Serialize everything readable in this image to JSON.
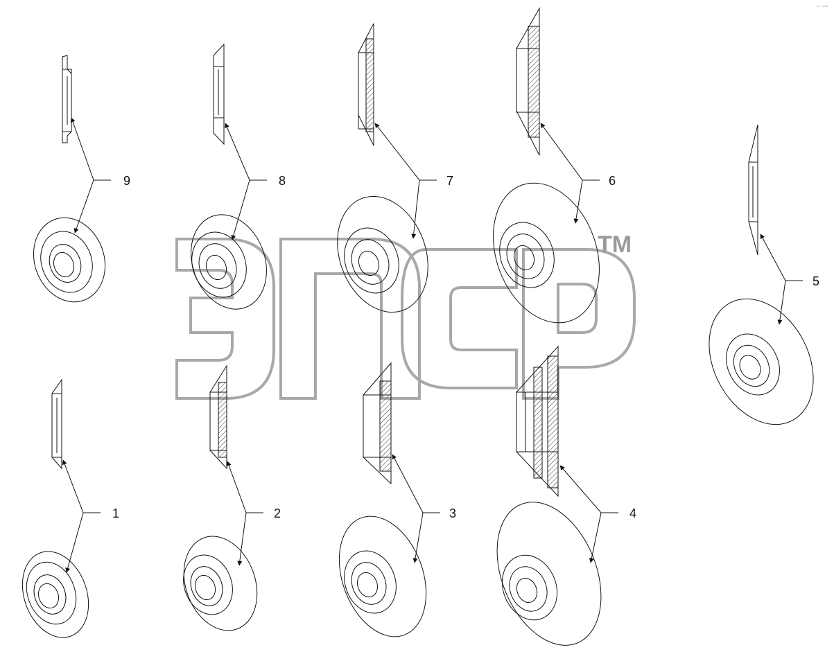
{
  "callouts": [
    {
      "id": "9",
      "label": "9"
    },
    {
      "id": "8",
      "label": "8"
    },
    {
      "id": "7",
      "label": "7"
    },
    {
      "id": "6",
      "label": "6"
    },
    {
      "id": "5",
      "label": "5"
    },
    {
      "id": "1",
      "label": "1"
    },
    {
      "id": "2",
      "label": "2"
    },
    {
      "id": "3",
      "label": "3"
    },
    {
      "id": "4",
      "label": "4"
    }
  ],
  "watermark": {
    "trademark": "TM"
  },
  "corner_mark": "ᴬᴮ ᴮᴮᴮ",
  "colors": {
    "line": "#111111",
    "watermark": "#9a9a9a"
  }
}
